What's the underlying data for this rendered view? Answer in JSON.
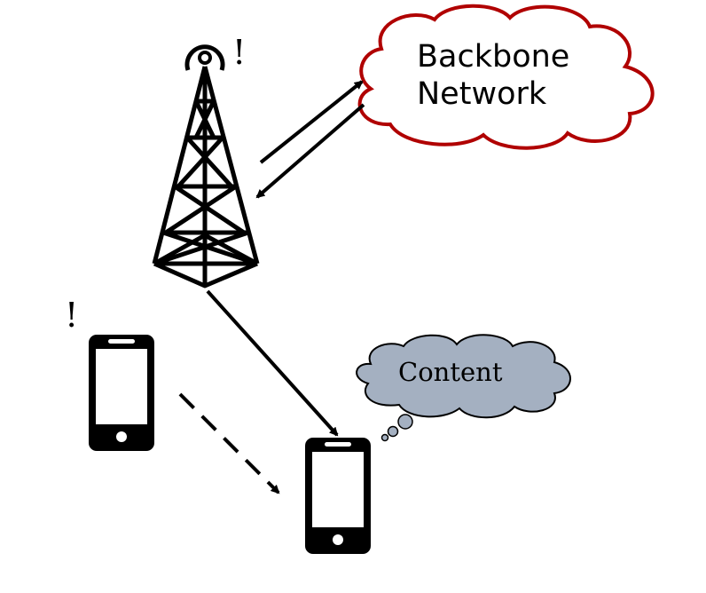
{
  "backbone_cloud": {
    "line1": "Backbone",
    "line2": "Network",
    "outline_color": "#b00000"
  },
  "content_cloud": {
    "label": "Content",
    "fill_color": "#a4b0c1"
  },
  "alerts": {
    "tower": "!",
    "sender_phone": "!"
  },
  "icons": {
    "tower": "cell-tower-icon",
    "phone_sender": "smartphone-icon",
    "phone_receiver": "smartphone-icon"
  },
  "links": [
    {
      "from": "tower",
      "to": "backbone",
      "style": "solid"
    },
    {
      "from": "backbone",
      "to": "tower",
      "style": "solid"
    },
    {
      "from": "tower",
      "to": "receiver-phone",
      "style": "solid"
    },
    {
      "from": "sender-phone",
      "to": "receiver-phone",
      "style": "dashed"
    }
  ]
}
